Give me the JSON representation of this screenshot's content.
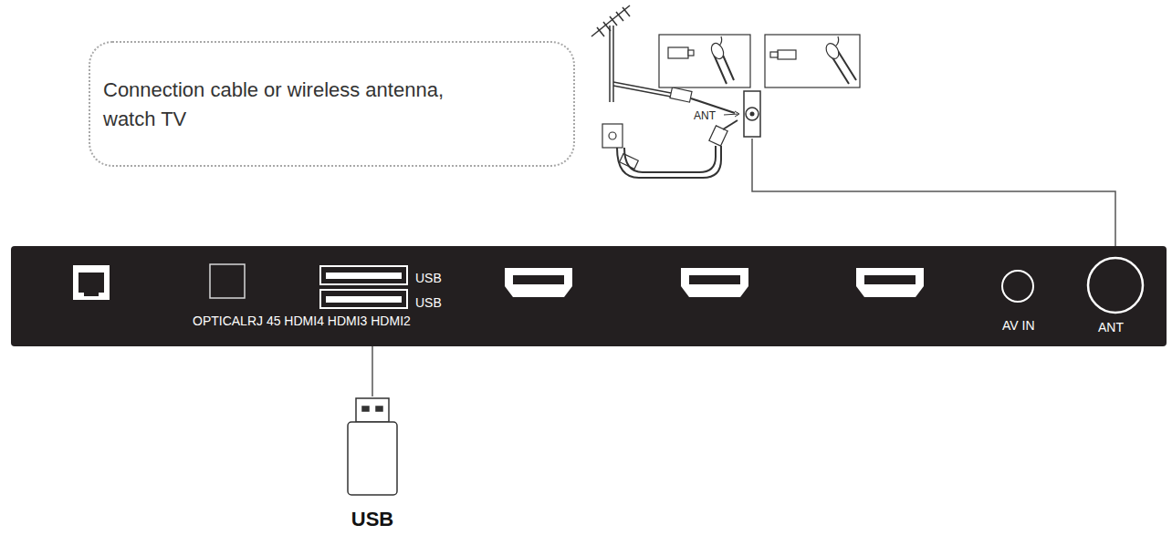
{
  "diagram": {
    "nodes": [
      {
        "text": [
          "Connection cable or wireless antenna, watch TV"
        ]
      },
      {
        "text": [
          "ANT"
        ]
      },
      {
        "text": [
          "USB",
          "USB",
          "OPTICALRJ 45 HDMI4 HDMI3 HDMI2",
          "AV IN",
          "ANT"
        ]
      },
      {
        "text": [
          "USB"
        ]
      }
    ],
    "edges": [
      {
        "from": 1,
        "to": 2,
        "arrow": "none"
      },
      {
        "from": 2,
        "to": 3,
        "arrow": "none"
      }
    ]
  }
}
